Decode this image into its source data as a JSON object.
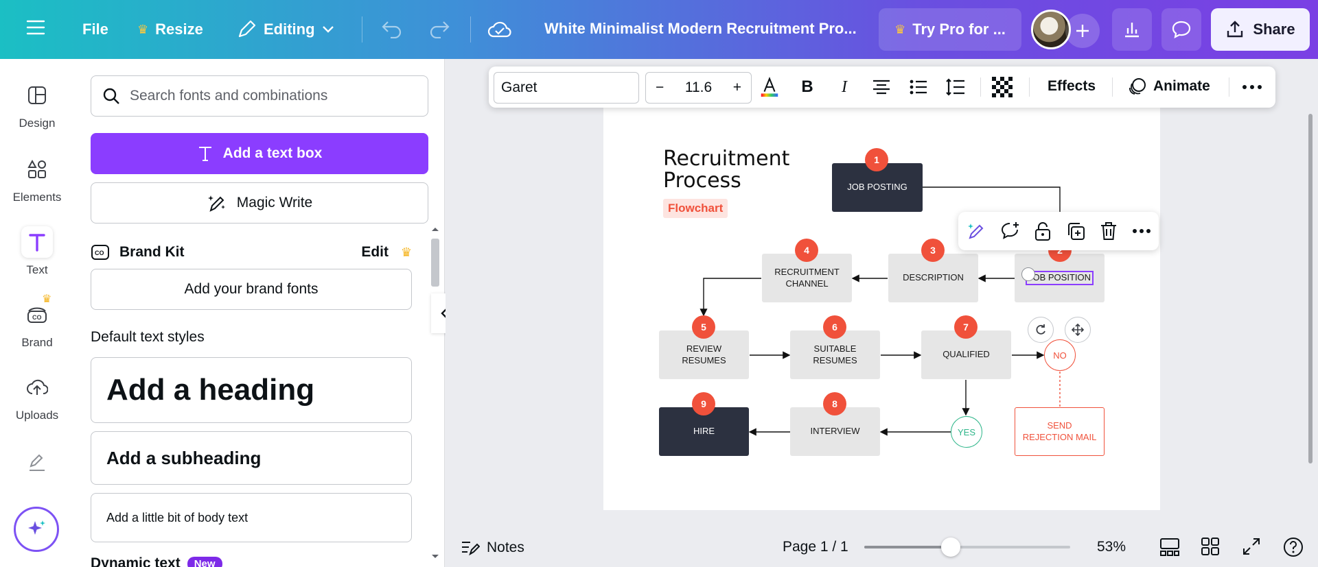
{
  "topbar": {
    "file_label": "File",
    "resize_label": "Resize",
    "editing_label": "Editing",
    "doc_title": "White Minimalist Modern Recruitment Pro...",
    "try_pro_label": "Try Pro for ...",
    "share_label": "Share"
  },
  "rail": {
    "items": [
      {
        "label": "Design",
        "icon": "design-icon"
      },
      {
        "label": "Elements",
        "icon": "elements-icon"
      },
      {
        "label": "Text",
        "icon": "text-icon"
      },
      {
        "label": "Brand",
        "icon": "brand-icon"
      },
      {
        "label": "Uploads",
        "icon": "uploads-icon"
      }
    ]
  },
  "panel": {
    "search_placeholder": "Search fonts and combinations",
    "add_text_box": "Add a text box",
    "magic_write": "Magic Write",
    "brand_kit_title": "Brand Kit",
    "brand_kit_edit": "Edit",
    "add_brand_fonts": "Add your brand fonts",
    "default_styles_title": "Default text styles",
    "heading": "Add a heading",
    "subheading": "Add a subheading",
    "body": "Add a little bit of body text",
    "dynamic_text": "Dynamic text",
    "new_badge": "New"
  },
  "format_bar": {
    "font": "Garet",
    "size": "11.6",
    "minus": "−",
    "plus": "+",
    "effects": "Effects",
    "animate": "Animate"
  },
  "page": {
    "title": "Recruitment\nProcess",
    "tag": "Flowchart",
    "nodes": {
      "job_posting": "JOB POSTING",
      "job_position": "JOB POSITION",
      "description": "DESCRIPTION",
      "recruitment_channel": "RECRUITMENT CHANNEL",
      "review_resumes": "REVIEW RESUMES",
      "suitable_resumes": "SUITABLE RESUMES",
      "qualified": "QUALIFIED",
      "no": "NO",
      "yes": "YES",
      "send_rejection": "SEND REJECTION MAIL",
      "interview": "INTERVIEW",
      "hire": "HIRE"
    },
    "badges": [
      "1",
      "2",
      "3",
      "4",
      "5",
      "6",
      "7",
      "8",
      "9"
    ]
  },
  "bottombar": {
    "notes": "Notes",
    "page": "Page 1 / 1",
    "zoom": "53%",
    "zoom_fraction": 0.42
  },
  "colors": {
    "accent": "#8b3dff",
    "node_dark": "#2c3140",
    "node_light": "#e6e6e6",
    "badge": "#f0513b",
    "yes_green": "#2fb68a"
  }
}
